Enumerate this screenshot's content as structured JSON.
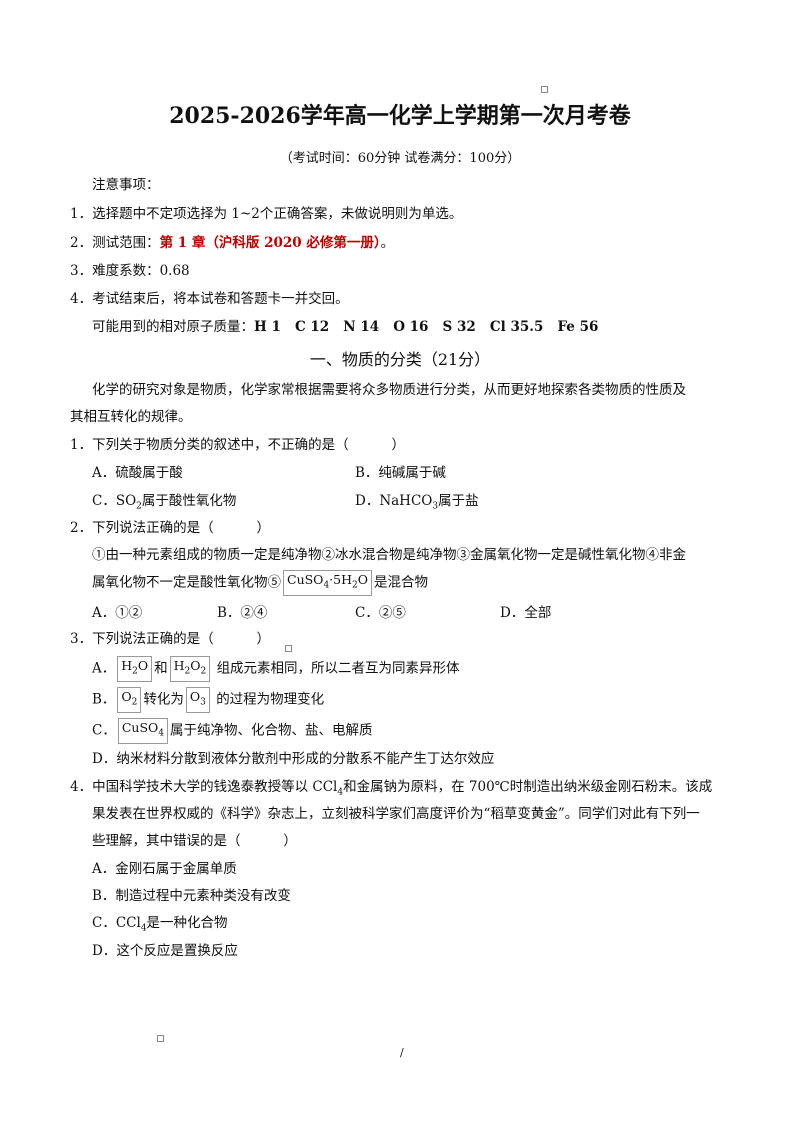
{
  "header": {
    "title": "2025-2026学年高一化学上学期第一次月考卷",
    "subtitle": "（考试时间：60分钟     试卷满分：100分）"
  },
  "notes": {
    "heading": "注意事项：",
    "n1": "1．选择题中不定项选择为 1~2个正确答案，未做说明则为单选。",
    "n2_prefix": "2．测试范围：",
    "n2_highlight": "第 1 章（沪科版 2020 必修第一册）",
    "n2_suffix": "。",
    "n3": "3．难度系数：0.68",
    "n4": "4．考试结束后，将本试卷和答题卡一并交回。",
    "atomic_label": "可能用到的相对原子质量：",
    "atomic_values": "H 1   C 12   N 14   O 16   S 32   Cl 35.5   Fe 56"
  },
  "section1": {
    "title": "一、物质的分类（21分）",
    "intro_line1": "化学的研究对象是物质，化学家常根据需要将众多物质进行分类，从而更好地探索各类物质的性质及",
    "intro_line2": "其相互转化的规律。"
  },
  "q1": {
    "stem": "1．下列关于物质分类的叙述中，不正确的是（          ）",
    "a": "A．硫酸属于酸",
    "b": "B．纯碱属于碱",
    "c_pre": "C．SO",
    "c_sub": "2",
    "c_post": "属于酸性氧化物",
    "d_pre": "D．NaHCO",
    "d_sub": "3",
    "d_post": "属于盐"
  },
  "q2": {
    "stem": "2．下列说法正确的是（          ）",
    "line1": "①由一种元素组成的物质一定是纯净物②冰水混合物是纯净物③金属氧化物一定是碱性氧化物④非金",
    "line2_pre": "属氧化物不一定是酸性氧化物⑤",
    "formula_pre": "CuSO",
    "formula_sub1": "4",
    "formula_mid": "·5H",
    "formula_sub2": "2",
    "formula_post": "O",
    "line2_post": "是混合物",
    "a": "A．①②",
    "b": "B．②④",
    "c": "C．②⑤",
    "d": "D．全部"
  },
  "q3": {
    "stem": "3．下列说法正确的是（          ）",
    "a_label": "A．",
    "a_f1_pre": "H",
    "a_f1_sub": "2",
    "a_f1_post": "O",
    "a_and": "和",
    "a_f2_pre": "H",
    "a_f2_sub1": "2",
    "a_f2_mid": "O",
    "a_f2_sub2": "2",
    "a_text": "组成元素相同，所以二者互为同素异形体",
    "b_label": "B．",
    "b_f1_pre": "O",
    "b_f1_sub": "2",
    "b_mid": "转化为",
    "b_f2_pre": "O",
    "b_f2_sub": "3",
    "b_text": "的过程为物理变化",
    "c_label": "C．",
    "c_f_pre": "CuSO",
    "c_f_sub": "4",
    "c_text": "属于纯净物、化合物、盐、电解质",
    "d": "D．纳米材料分散到液体分散剂中形成的分散系不能产生丁达尔效应"
  },
  "q4": {
    "line1_pre": "4．中国科学技术大学的钱逸泰教授等以 CCl",
    "line1_sub": "4",
    "line1_post": "和金属钠为原料，在 700℃时制造出纳米级金刚石粉末。该成",
    "line2": "果发表在世界权威的《科学》杂志上，立刻被科学家们高度评价为“稻草变黄金”。同学们对此有下列一",
    "line3": "些理解，其中错误的是（          ）",
    "a": "A．金刚石属于金属单质",
    "b": "B．制造过程中元素种类没有改变",
    "c_pre": "C．CCl",
    "c_sub": "4",
    "c_post": "是一种化合物",
    "d": "D．这个反应是置换反应"
  },
  "footer": {
    "page_mark": "/"
  }
}
